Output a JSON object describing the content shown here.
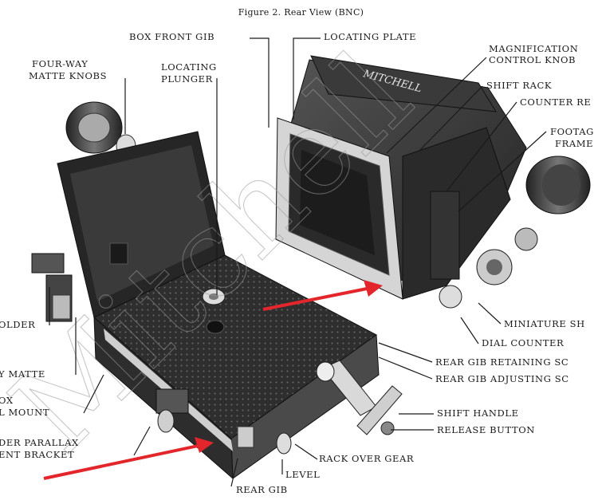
{
  "figure_title": "Figure 2.  Rear View (BNC)",
  "watermark": "Mitchell",
  "camera_nameplate": "MITCHELL",
  "labels": {
    "box_front_gib": "BOX FRONT GIB",
    "locating_plate": "LOCATING PLATE",
    "magnification": "MAGNIFICATION",
    "control_knob": "CONTROL KNOB",
    "four_way": "FOUR-WAY",
    "matte_knobs": "MATTE KNOBS",
    "locating": "LOCATING",
    "plunger": "PLUNGER",
    "shift_rack": "SHIFT RACK",
    "counter_re": "COUNTER RE",
    "footag": "FOOTAG",
    "frame": "FRAME",
    "older": "OLDER",
    "y_matte": "Y MATTE",
    "ox": "OX",
    "l_mount": "L MOUNT",
    "der_parallax": "DER  PARALLAX",
    "ent_bracket": "ENT   BRACKET",
    "miniature_sh": "MINIATURE SH",
    "dial_counter": "DIAL COUNTER",
    "rear_gib_retaining": "REAR GIB RETAINING SC",
    "rear_gib_adjusting": "REAR GIB ADJUSTING SC",
    "shift_handle": "SHIFT HANDLE",
    "release_button": "RELEASE BUTTON",
    "rack_over_gear": "RACK OVER GEAR",
    "level": "LEVEL",
    "rear_gib": "REAR GIB"
  },
  "colors": {
    "arrow": "#e3262b",
    "ink": "#1a1a1a",
    "metal_dark": "#3b3b3b",
    "metal_light": "#d8d8d8"
  }
}
